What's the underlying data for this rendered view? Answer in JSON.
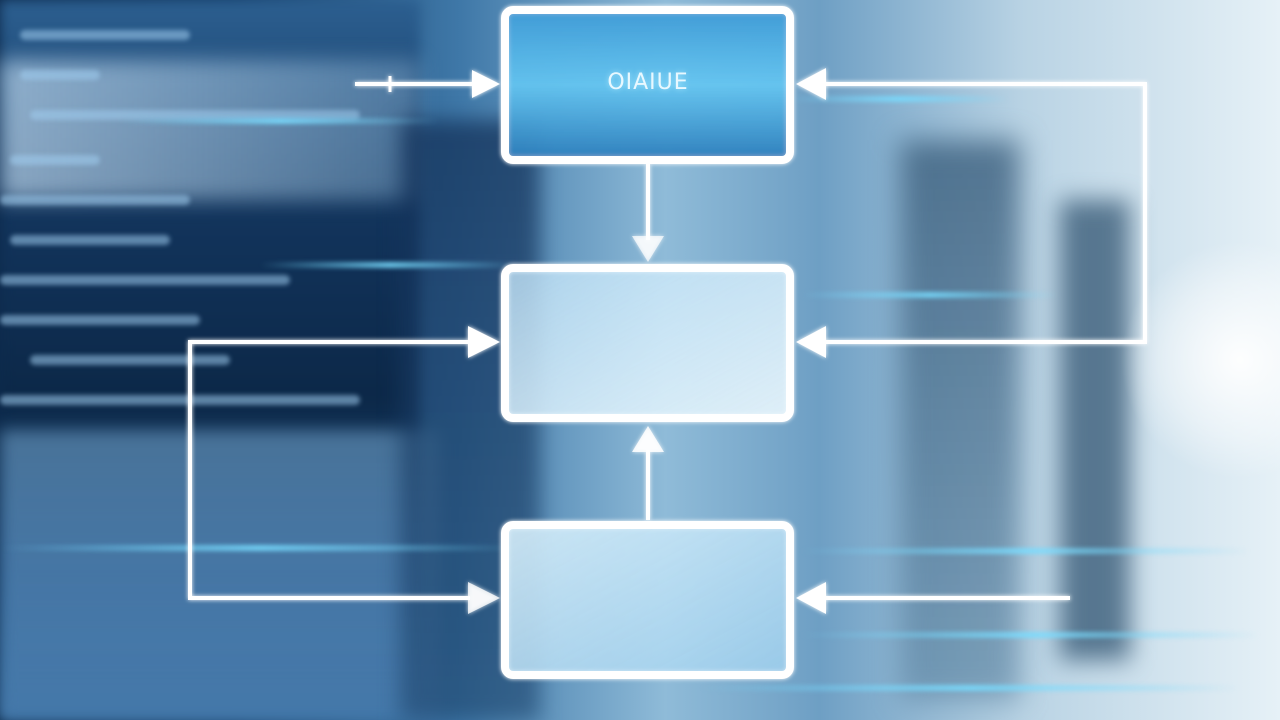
{
  "diagram": {
    "top_box_label": "OIAIUE",
    "nodes": [
      {
        "id": "top",
        "label": "OIAIUE"
      },
      {
        "id": "middle",
        "label": ""
      },
      {
        "id": "bottom",
        "label": ""
      }
    ],
    "edges": [
      {
        "from": "external",
        "to": "top"
      },
      {
        "from": "top",
        "to": "middle"
      },
      {
        "from": "bottom",
        "to": "middle"
      },
      {
        "from": "right-loop",
        "to": "top"
      },
      {
        "from": "right-loop",
        "to": "middle"
      },
      {
        "from": "left-loop",
        "to": "middle"
      },
      {
        "from": "left-loop",
        "to": "bottom"
      },
      {
        "from": "right",
        "to": "bottom"
      }
    ],
    "colors": {
      "stroke": "#ffffff",
      "accent_glow": "#78dcff",
      "background_dark": "#0f2e52",
      "background_light": "#e6f1f7"
    }
  }
}
